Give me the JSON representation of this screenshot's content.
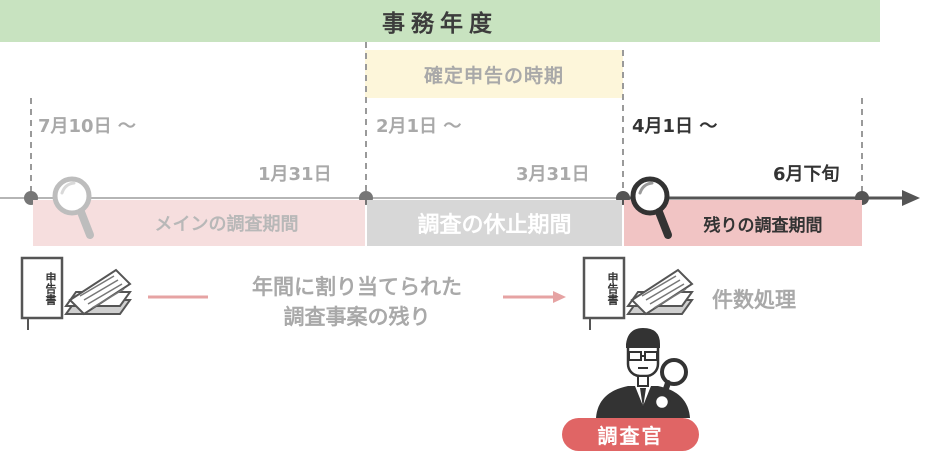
{
  "fiscal_year": "事務年度",
  "filing_season": "確定申告の時期",
  "dates": {
    "start_main": "7月10日 〜",
    "end_main": "1月31日",
    "start_rest": "2月1日 〜",
    "end_rest": "3月31日",
    "start_remain": "4月1日 〜",
    "end_remain": "6月下旬"
  },
  "periods": {
    "main": "メインの調査期間",
    "rest": "調査の休止期間",
    "remaining": "残りの調査期間"
  },
  "document_label": "申告書",
  "flow_text_line1": "年間に割り当てられた",
  "flow_text_line2": "調査事案の残り",
  "case_processing": "件数処理",
  "inspector": "調査官",
  "colors": {
    "banner": "#c8e3c0",
    "filing_box": "#fdf6da",
    "main_period": "#f6dede",
    "rest_period": "#d7d7d7",
    "remaining_period": "#f1c4c4",
    "badge": "#e06565"
  }
}
